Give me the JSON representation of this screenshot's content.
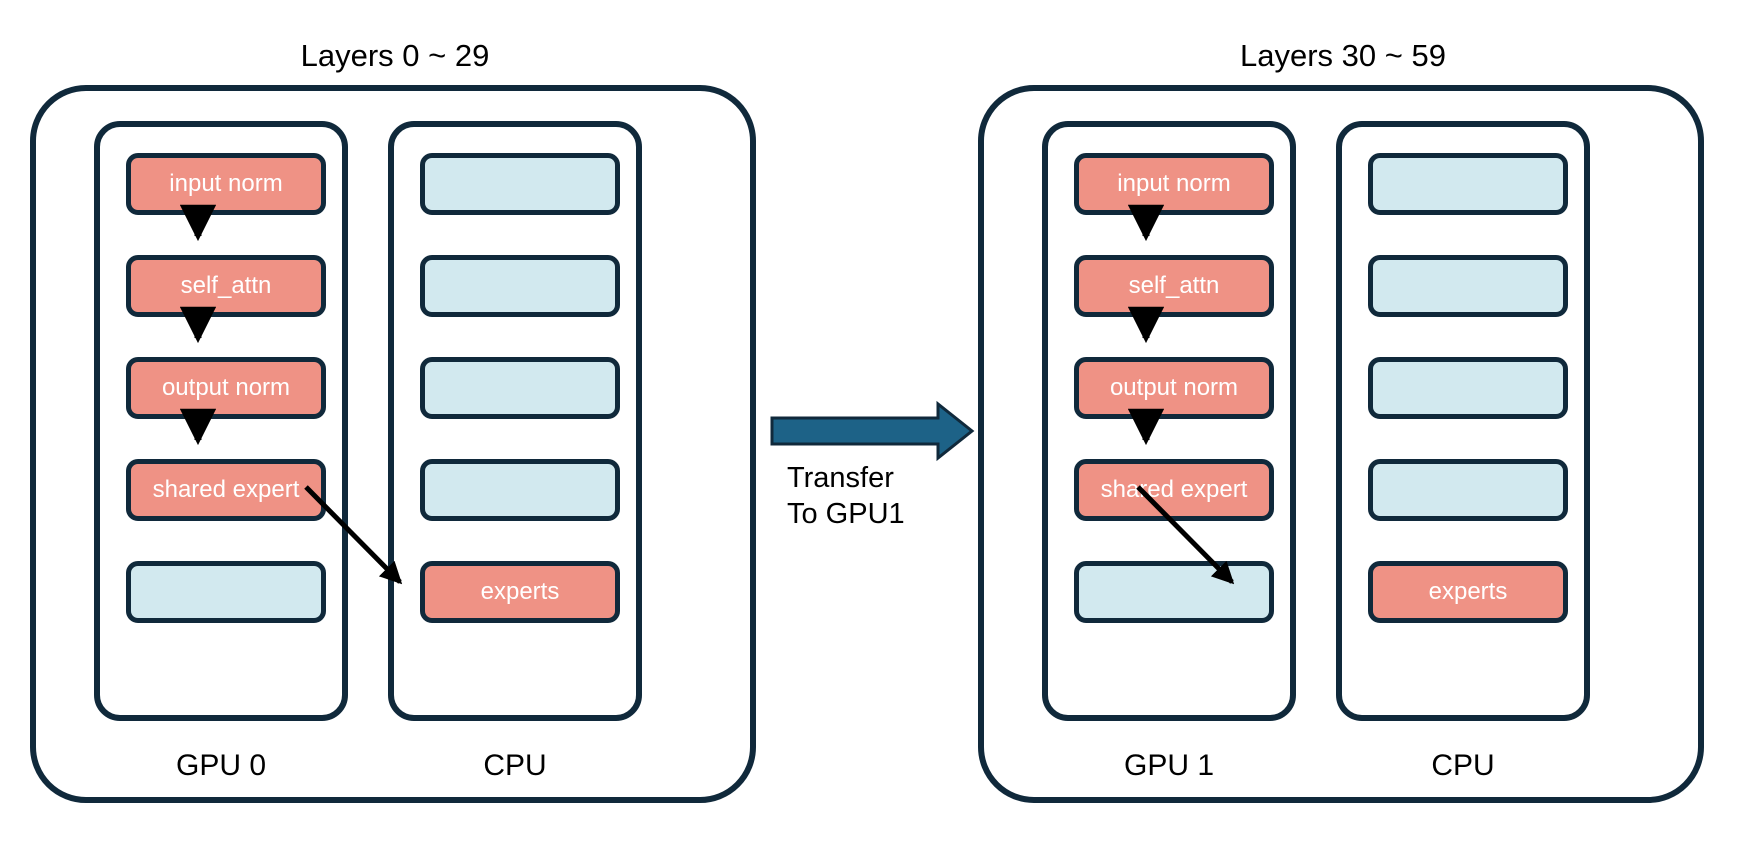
{
  "theme": {
    "background": "#ffffff",
    "outline": "#10293b",
    "salmon": "#ef9285",
    "light_blue": "#d2e9ef",
    "transfer_arrow": "#1d6287",
    "flow_arrow": "#000000",
    "text_on_block": "#ffffff",
    "text_plain": "#000000"
  },
  "panels": [
    {
      "id": "panel-left",
      "title": "Layers 0 ~ 29",
      "columns": [
        {
          "id": "gpu0",
          "label": "GPU 0",
          "blocks": [
            {
              "label": "input norm",
              "style": "salmon"
            },
            {
              "label": "self_attn",
              "style": "salmon"
            },
            {
              "label": "output norm",
              "style": "salmon"
            },
            {
              "label": "shared expert",
              "style": "salmon"
            },
            {
              "label": "",
              "style": "blue"
            }
          ]
        },
        {
          "id": "cpu0",
          "label": "CPU",
          "blocks": [
            {
              "label": "",
              "style": "blue"
            },
            {
              "label": "",
              "style": "blue"
            },
            {
              "label": "",
              "style": "blue"
            },
            {
              "label": "",
              "style": "blue"
            },
            {
              "label": "experts",
              "style": "salmon"
            }
          ]
        }
      ]
    },
    {
      "id": "panel-right",
      "title": "Layers 30 ~ 59",
      "columns": [
        {
          "id": "gpu1",
          "label": "GPU 1",
          "blocks": [
            {
              "label": "input norm",
              "style": "salmon"
            },
            {
              "label": "self_attn",
              "style": "salmon"
            },
            {
              "label": "output norm",
              "style": "salmon"
            },
            {
              "label": "shared expert",
              "style": "salmon"
            },
            {
              "label": "",
              "style": "blue"
            }
          ]
        },
        {
          "id": "cpu1",
          "label": "CPU",
          "blocks": [
            {
              "label": "",
              "style": "blue"
            },
            {
              "label": "",
              "style": "blue"
            },
            {
              "label": "",
              "style": "blue"
            },
            {
              "label": "",
              "style": "blue"
            },
            {
              "label": "experts",
              "style": "salmon"
            }
          ]
        }
      ]
    }
  ],
  "transfer": {
    "line1": "Transfer",
    "line2": "To GPU1"
  }
}
